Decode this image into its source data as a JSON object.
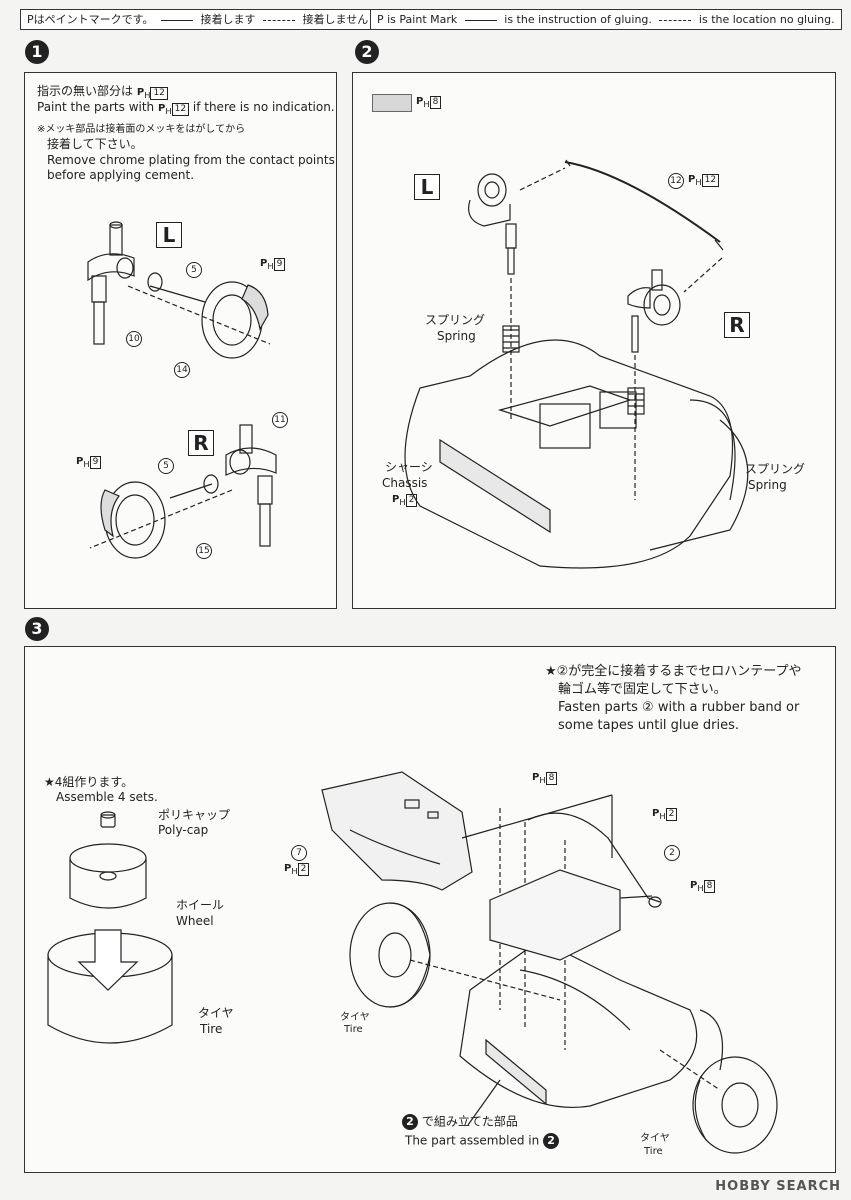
{
  "legend_jp": {
    "paint": "Pはペイントマークです。",
    "glue": "接着します",
    "noglue": "接着しません"
  },
  "legend_en": {
    "paint": "P is Paint Mark",
    "glue": "is the instruction of gluing.",
    "noglue": "is the location no gluing."
  },
  "steps": {
    "one": "1",
    "two": "2",
    "three": "3"
  },
  "step1": {
    "note_jp": "指示の無い部分は",
    "note_en": "Paint the parts with",
    "note_en2": "if there is no indication.",
    "chrome_jp1": "※メッキ部品は接着面のメッキをはがしてから",
    "chrome_jp2": "接着して下さい。",
    "chrome_en1": "Remove chrome plating from the contact points",
    "chrome_en2": "before applying cement.",
    "paint_default": "12",
    "L": "L",
    "R": "R",
    "paint_upper": "9",
    "paint_lower": "9",
    "parts": [
      "5",
      "10",
      "14",
      "5",
      "11",
      "15"
    ]
  },
  "step2": {
    "swatch_paint": "8",
    "L": "L",
    "R": "R",
    "rod_part": "12",
    "rod_paint": "12",
    "spring_jp": "スプリング",
    "spring_en": "Spring",
    "chassis_jp": "シャーシ",
    "chassis_en": "Chassis",
    "chassis_paint": "2",
    "spring2_jp": "スプリング",
    "spring2_en": "Spring"
  },
  "step3": {
    "tape_jp1": "★②が完全に接着するまでセロハンテープや",
    "tape_jp2": "輪ゴム等で固定して下さい。",
    "tape_en1": "Fasten parts ② with a rubber band or",
    "tape_en2": "some tapes until glue dries.",
    "sets_jp": "★4組作ります。",
    "sets_en": "Assemble 4 sets.",
    "polycap_jp": "ポリキャップ",
    "polycap_en": "Poly-cap",
    "wheel_jp": "ホイール",
    "wheel_en": "Wheel",
    "tire_jp": "タイヤ",
    "tire_en": "Tire",
    "part7": "7",
    "part7_paint": "2",
    "paint_top": "8",
    "paint_mid": "2",
    "part2": "2",
    "paint_right": "8",
    "tire_left_jp": "タイヤ",
    "tire_left_en": "Tire",
    "tire_right_jp": "タイヤ",
    "tire_right_en": "Tire",
    "assembled_jp": "で組み立てた部品",
    "assembled_en": "The part assembled in"
  },
  "watermark": "HOBBY SEARCH",
  "paint_prefix": "P",
  "paint_sub": "H"
}
